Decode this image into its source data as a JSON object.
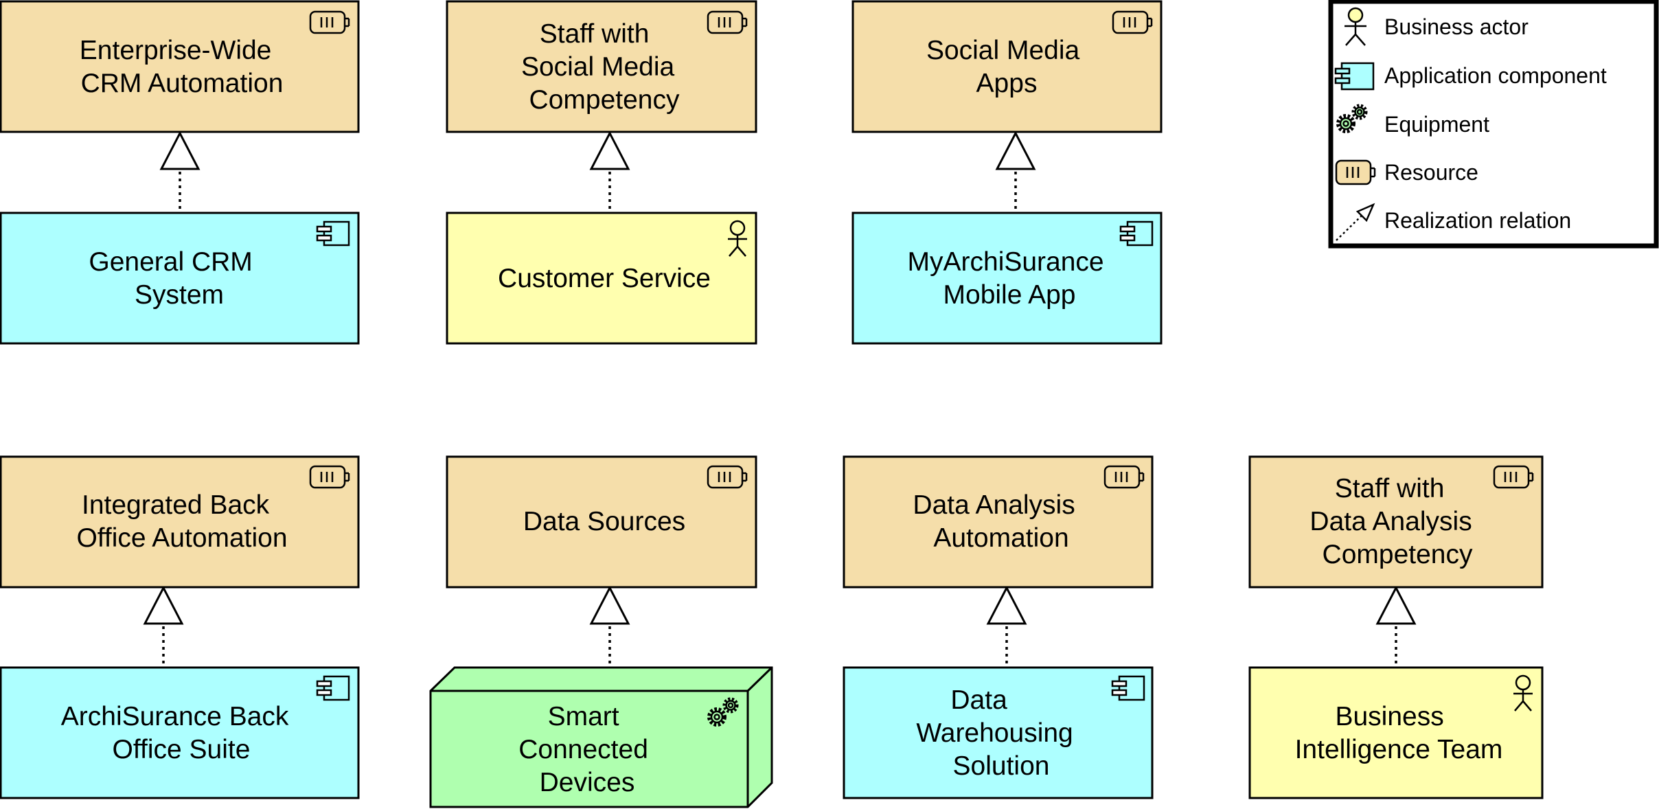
{
  "colors": {
    "resource": "#f5deaa",
    "application_component": "#adffff",
    "business_actor": "#ffffaf",
    "equipment": "#afffaf"
  },
  "elements": {
    "r1": [
      "Enterprise-Wide",
      "CRM Automation"
    ],
    "r2": [
      "Staff with",
      "Social Media",
      "Competency"
    ],
    "r3": [
      "Social Media",
      "Apps"
    ],
    "r4": [
      "Integrated Back",
      "Office Automation"
    ],
    "r5": [
      "Data Sources"
    ],
    "r6": [
      "Data Analysis",
      "Automation"
    ],
    "r7": [
      "Staff with",
      "Data Analysis",
      "Competency"
    ],
    "s1": [
      "General CRM",
      "System"
    ],
    "s2": [
      "Customer Service"
    ],
    "s3": [
      "MyArchiSurance",
      "Mobile App"
    ],
    "s4": [
      "ArchiSurance Back",
      "Office Suite"
    ],
    "s5": [
      "Smart",
      "Connected",
      "Devices"
    ],
    "s6": [
      "Data",
      "Warehousing",
      "Solution"
    ],
    "s7": [
      "Business",
      "Intelligence Team"
    ]
  },
  "legend": {
    "business_actor": "Business actor",
    "application_component": "Application component",
    "equipment": "Equipment",
    "resource": "Resource",
    "realization": "Realization relation"
  },
  "icons": {
    "resource": "resource-icon",
    "application_component": "component-icon",
    "business_actor": "actor-icon",
    "equipment": "gear-icon"
  }
}
